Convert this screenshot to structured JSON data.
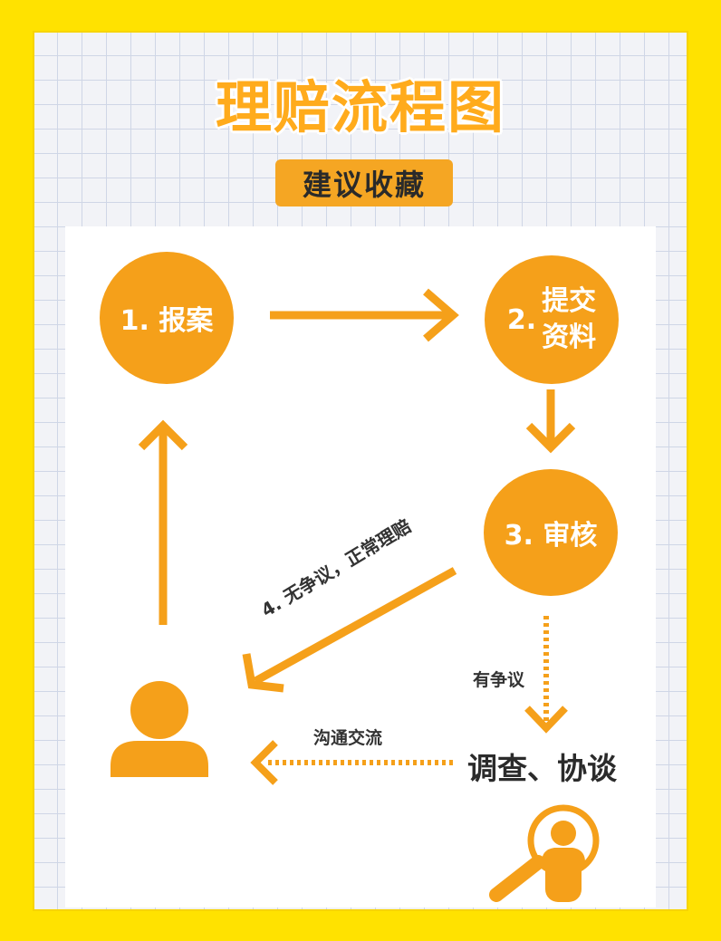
{
  "header": {
    "title": "理赔流程图",
    "subtitle": "建议收藏"
  },
  "steps": {
    "step1": "1. 报案",
    "step2_num": "2.",
    "step2_line1": "提交",
    "step2_line2": "资料",
    "step3": "3. 审核"
  },
  "edges": {
    "normal": "4. 无争议，正常理赔",
    "dispute": "有争议",
    "communicate": "沟通交流"
  },
  "nodes": {
    "investigate": "调查、协谈"
  },
  "icons": {
    "person": "person-icon",
    "magnifier": "magnifier-person-icon"
  },
  "colors": {
    "accent": "#f5a01a",
    "background": "#ffe200",
    "text": "#333333"
  }
}
